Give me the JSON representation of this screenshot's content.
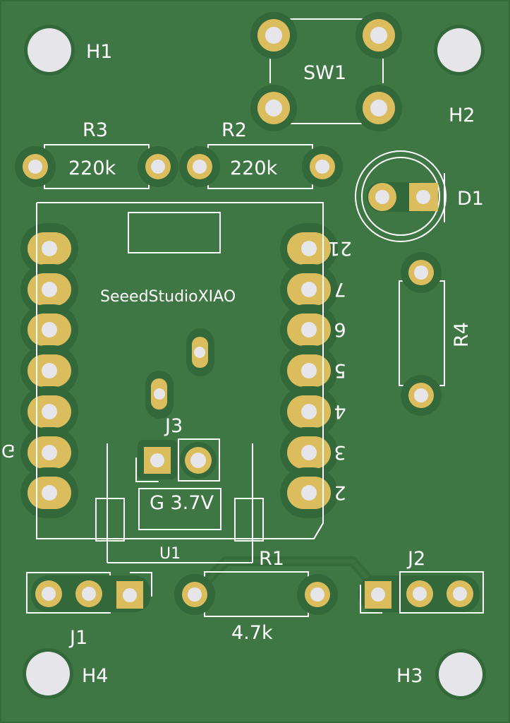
{
  "board": {
    "colors": {
      "board": "#3f7744",
      "border": "#356a3a",
      "mask_clearance": "#33683a",
      "copper": "#dcbd5e",
      "drill": "#e6e6ea",
      "silkscreen": "#ffffff"
    }
  },
  "mounting_holes": [
    {
      "ref": "H1"
    },
    {
      "ref": "H2"
    },
    {
      "ref": "H3"
    },
    {
      "ref": "H4"
    }
  ],
  "components": {
    "sw1": {
      "ref": "SW1"
    },
    "r3": {
      "ref": "R3",
      "value": "220k"
    },
    "r2": {
      "ref": "R2",
      "value": "220k"
    },
    "r1": {
      "ref": "R1",
      "value": "4.7k"
    },
    "r4": {
      "ref": "R4"
    },
    "d1": {
      "ref": "D1"
    },
    "u1": {
      "ref": "U1",
      "value": "SeeedStudioXIAO"
    },
    "j1": {
      "ref": "J1"
    },
    "j2": {
      "ref": "J2"
    },
    "j3": {
      "ref": "J3",
      "label": "G 3.7V"
    }
  },
  "xiao_pins": {
    "left_label": "G",
    "right_labels": [
      "21",
      "7",
      "6",
      "5",
      "4",
      "3",
      "2"
    ]
  }
}
